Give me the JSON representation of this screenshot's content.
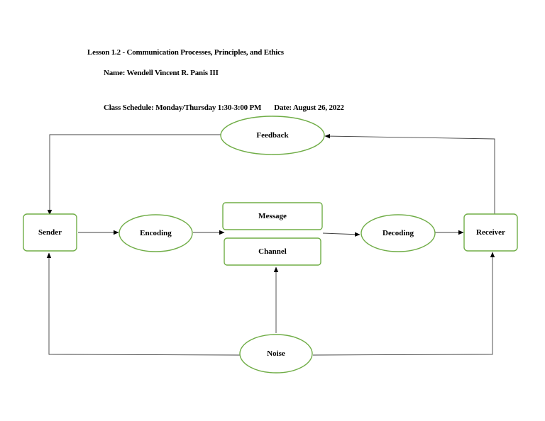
{
  "header": {
    "title": "Lesson 1.2 - Communication Processes, Principles, and Ethics",
    "name": "Name: Wendell Vincent R. Panis III",
    "schedule": "Class Schedule: Monday/Thursday 1:30-3:00 PM",
    "date": "Date: August 26, 2022"
  },
  "diagram": {
    "feedback": "Feedback",
    "sender": "Sender",
    "encoding": "Encoding",
    "message": "Message",
    "channel": "Channel",
    "decoding": "Decoding",
    "receiver": "Receiver",
    "noise": "Noise"
  },
  "colors": {
    "node_border": "#70ad47",
    "connector": "#404040",
    "text": "#000000"
  }
}
